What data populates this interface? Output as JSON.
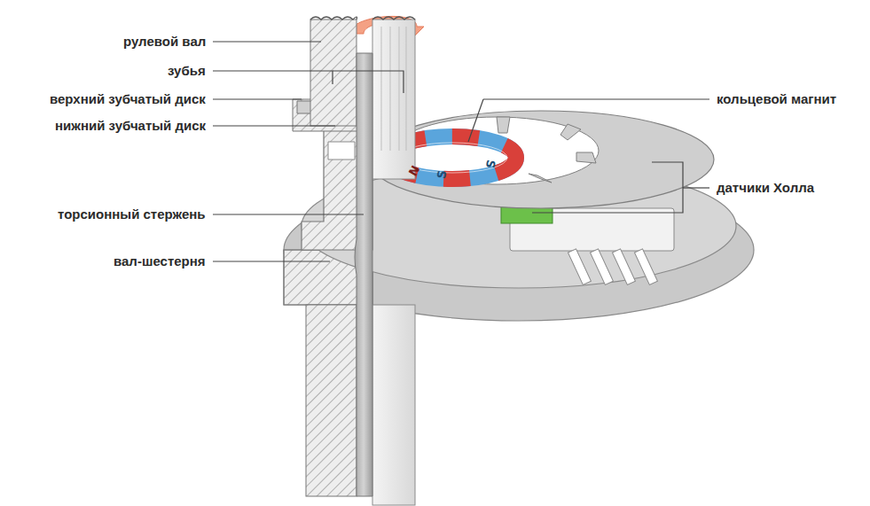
{
  "diagram": {
    "labels": [
      "рулевой вал",
      "зубья",
      "верхний зубчатый диск",
      "нижний зубчатый диск",
      "торсионный стержень",
      "вал-шестерня",
      "кольцевой магнит",
      "датчики Холла",
      "N",
      "S",
      "S"
    ]
  }
}
